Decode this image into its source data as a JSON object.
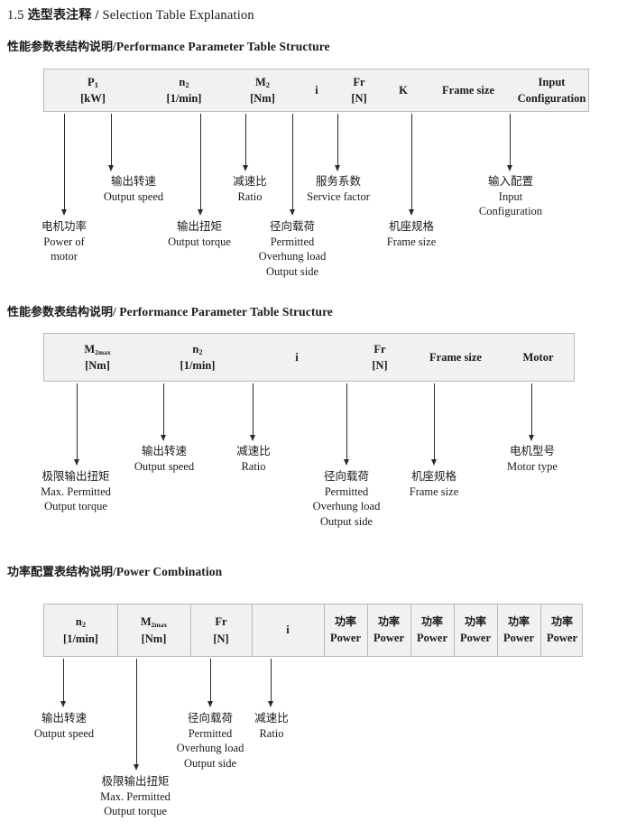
{
  "title": {
    "number": "1.5",
    "cn": "选型表注释",
    "separator": "/",
    "en": "Selection Table Explanation"
  },
  "sections": [
    {
      "heading_cn": "性能参数表结构说明",
      "heading_sep": "/",
      "heading_en": "Performance Parameter Table Structure",
      "columns": [
        {
          "symbol": "P",
          "sub": "1",
          "unit": "[kW]"
        },
        {
          "symbol": "n",
          "sub": "2",
          "unit": "[1/min]"
        },
        {
          "symbol": "M",
          "sub": "2",
          "unit": "[Nm]"
        },
        {
          "symbol": "i",
          "sub": "",
          "unit": ""
        },
        {
          "symbol": "Fr",
          "sub": "",
          "unit": "[N]"
        },
        {
          "symbol": "K",
          "sub": "",
          "unit": ""
        },
        {
          "symbol": "Frame size",
          "sub": "",
          "unit": ""
        },
        {
          "symbol": "Input",
          "sub": "",
          "unit": "Configuration"
        }
      ],
      "notes": [
        {
          "cn": "电机功率",
          "en": [
            "Power of",
            "motor"
          ]
        },
        {
          "cn": "输出转速",
          "en": [
            "Output speed"
          ]
        },
        {
          "cn": "输出扭矩",
          "en": [
            "Output torque"
          ]
        },
        {
          "cn": "减速比",
          "en": [
            "Ratio"
          ]
        },
        {
          "cn": "径向载荷",
          "en": [
            "Permitted",
            "Overhung load",
            "Output side"
          ]
        },
        {
          "cn": "服务系数",
          "en": [
            "Service factor"
          ]
        },
        {
          "cn": "机座规格",
          "en": [
            "Frame size"
          ]
        },
        {
          "cn": "输入配置",
          "en": [
            "Input",
            "Configuration"
          ]
        }
      ]
    },
    {
      "heading_cn": "性能参数表结构说明",
      "heading_sep": "/",
      "heading_en": "Performance Parameter Table Structure",
      "columns": [
        {
          "symbol": "M",
          "sub": "2max",
          "unit": "[Nm]"
        },
        {
          "symbol": "n",
          "sub": "2",
          "unit": "[1/min]"
        },
        {
          "symbol": "i",
          "sub": "",
          "unit": ""
        },
        {
          "symbol": "Fr",
          "sub": "",
          "unit": "[N]"
        },
        {
          "symbol": "Frame size",
          "sub": "",
          "unit": ""
        },
        {
          "symbol": "Motor",
          "sub": "",
          "unit": ""
        }
      ],
      "notes": [
        {
          "cn": "极限输出扭矩",
          "en": [
            "Max. Permitted",
            "Output  torque"
          ]
        },
        {
          "cn": "输出转速",
          "en": [
            "Output speed"
          ]
        },
        {
          "cn": "减速比",
          "en": [
            "Ratio"
          ]
        },
        {
          "cn": "径向载荷",
          "en": [
            "Permitted",
            "Overhung load",
            "Output side"
          ]
        },
        {
          "cn": "机座规格",
          "en": [
            "Frame size"
          ]
        },
        {
          "cn": "电机型号",
          "en": [
            "Motor type"
          ]
        }
      ]
    },
    {
      "heading_cn": "功率配置表结构说明",
      "heading_sep": "/",
      "heading_en": "Power Combination",
      "columns": [
        {
          "symbol": "n",
          "sub": "2",
          "unit": "[1/min]"
        },
        {
          "symbol": "M",
          "sub": "2max",
          "unit": "[Nm]"
        },
        {
          "symbol": "Fr",
          "sub": "",
          "unit": "[N]"
        },
        {
          "symbol": "i",
          "sub": "",
          "unit": ""
        },
        {
          "symbol_cn": "功率",
          "unit": "Power"
        },
        {
          "symbol_cn": "功率",
          "unit": "Power"
        },
        {
          "symbol_cn": "功率",
          "unit": "Power"
        },
        {
          "symbol_cn": "功率",
          "unit": "Power"
        },
        {
          "symbol_cn": "功率",
          "unit": "Power"
        },
        {
          "symbol_cn": "功率",
          "unit": "Power"
        }
      ],
      "notes": [
        {
          "cn": "输出转速",
          "en": [
            "Output speed"
          ]
        },
        {
          "cn": "极限输出扭矩",
          "en": [
            "Max. Permitted",
            "Output  torque"
          ]
        },
        {
          "cn": "径向载荷",
          "en": [
            "Permitted",
            "Overhung load",
            "Output side"
          ]
        },
        {
          "cn": "减速比",
          "en": [
            "Ratio"
          ]
        }
      ]
    }
  ]
}
